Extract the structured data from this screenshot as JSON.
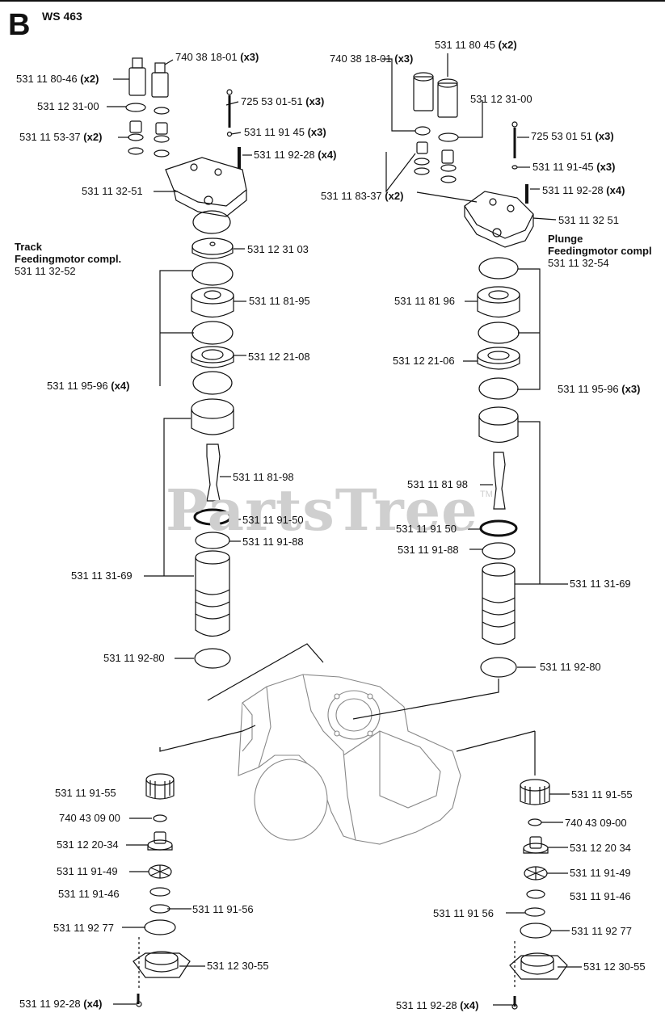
{
  "header": {
    "section_letter": "B",
    "model": "WS 463"
  },
  "watermark": {
    "text": "PartsTree",
    "tm": "TM"
  },
  "assemblies": {
    "track": {
      "title1": "Track",
      "title2": "Feedingmotor compl.",
      "number": "531 11 32-52"
    },
    "plunge": {
      "title1": "Plunge",
      "title2": "Feedingmotor compl",
      "number": "531 11 32-54"
    }
  },
  "labels": {
    "l1": {
      "num": "531 11 80-46",
      "qty": "(x2)"
    },
    "l2": {
      "num": "740 38 18-01",
      "qty": "(x3)"
    },
    "l3": {
      "num": "531 12 31-00",
      "qty": ""
    },
    "l4": {
      "num": "725 53 01-51",
      "qty": "(x3)"
    },
    "l5": {
      "num": "531 11 53-37",
      "qty": "(x2)"
    },
    "l6": {
      "num": "531 11 91 45",
      "qty": "(x3)"
    },
    "l7": {
      "num": "531 11 92-28",
      "qty": "(x4)"
    },
    "l8": {
      "num": "531 11 32-51",
      "qty": ""
    },
    "l9": {
      "num": "531 12 31 03",
      "qty": ""
    },
    "l10": {
      "num": "531 11 81-95",
      "qty": ""
    },
    "l11": {
      "num": "531 12 21-08",
      "qty": ""
    },
    "l12": {
      "num": "531 11 95-96",
      "qty": "(x4)"
    },
    "l13": {
      "num": "531 11 81-98",
      "qty": ""
    },
    "l14": {
      "num": "531 11 91-50",
      "qty": ""
    },
    "l15": {
      "num": "531 11 91-88",
      "qty": ""
    },
    "l16": {
      "num": "531 11 31-69",
      "qty": ""
    },
    "l17": {
      "num": "531 11 92-80",
      "qty": ""
    },
    "r1": {
      "num": "740 38 18-01",
      "qty": "(x3)"
    },
    "r2": {
      "num": "531 11 80 45",
      "qty": "(x2)"
    },
    "r3": {
      "num": "531 12 31-00",
      "qty": ""
    },
    "r4": {
      "num": "725 53 01 51",
      "qty": "(x3)"
    },
    "r5": {
      "num": "531 11 91-45",
      "qty": "(x3)"
    },
    "r6": {
      "num": "531 11 83-37",
      "qty": "(x2)"
    },
    "r7": {
      "num": "531 11 92-28",
      "qty": "(x4)"
    },
    "r8": {
      "num": "531 11 32 51",
      "qty": ""
    },
    "r9": {
      "num": "531 11 81 96",
      "qty": ""
    },
    "r10": {
      "num": "531 12 21-06",
      "qty": ""
    },
    "r11": {
      "num": "531 11 95-96",
      "qty": "(x3)"
    },
    "r12": {
      "num": "531 11 81 98",
      "qty": ""
    },
    "r13": {
      "num": "531 11 91 50",
      "qty": ""
    },
    "r14": {
      "num": "531 11 91-88",
      "qty": ""
    },
    "r15": {
      "num": "531 11 31-69",
      "qty": ""
    },
    "r16": {
      "num": "531 11 92-80",
      "qty": ""
    },
    "b1": {
      "num": "531 11 91-55",
      "qty": ""
    },
    "b2": {
      "num": "740 43 09 00",
      "qty": ""
    },
    "b3": {
      "num": "531 12 20-34",
      "qty": ""
    },
    "b4": {
      "num": "531 11 91-49",
      "qty": ""
    },
    "b5": {
      "num": "531 11 91-46",
      "qty": ""
    },
    "b6": {
      "num": "531 11 91-56",
      "qty": ""
    },
    "b7": {
      "num": "531 11 92 77",
      "qty": ""
    },
    "b8": {
      "num": "531 12 30-55",
      "qty": ""
    },
    "b9": {
      "num": "531 11 92-28",
      "qty": "(x4)"
    },
    "c1": {
      "num": "531 11 91-55",
      "qty": ""
    },
    "c2": {
      "num": "740 43 09-00",
      "qty": ""
    },
    "c3": {
      "num": "531 12 20 34",
      "qty": ""
    },
    "c4": {
      "num": "531 11 91-49",
      "qty": ""
    },
    "c5": {
      "num": "531 11 91-46",
      "qty": ""
    },
    "c6": {
      "num": "531 11 91 56",
      "qty": ""
    },
    "c7": {
      "num": "531 11 92 77",
      "qty": ""
    },
    "c8": {
      "num": "531 12 30-55",
      "qty": ""
    },
    "c9": {
      "num": "531 11 92-28",
      "qty": "(x4)"
    }
  },
  "colors": {
    "ink": "#111111",
    "watermark": "#cfcfcf",
    "housing": "#888888"
  }
}
